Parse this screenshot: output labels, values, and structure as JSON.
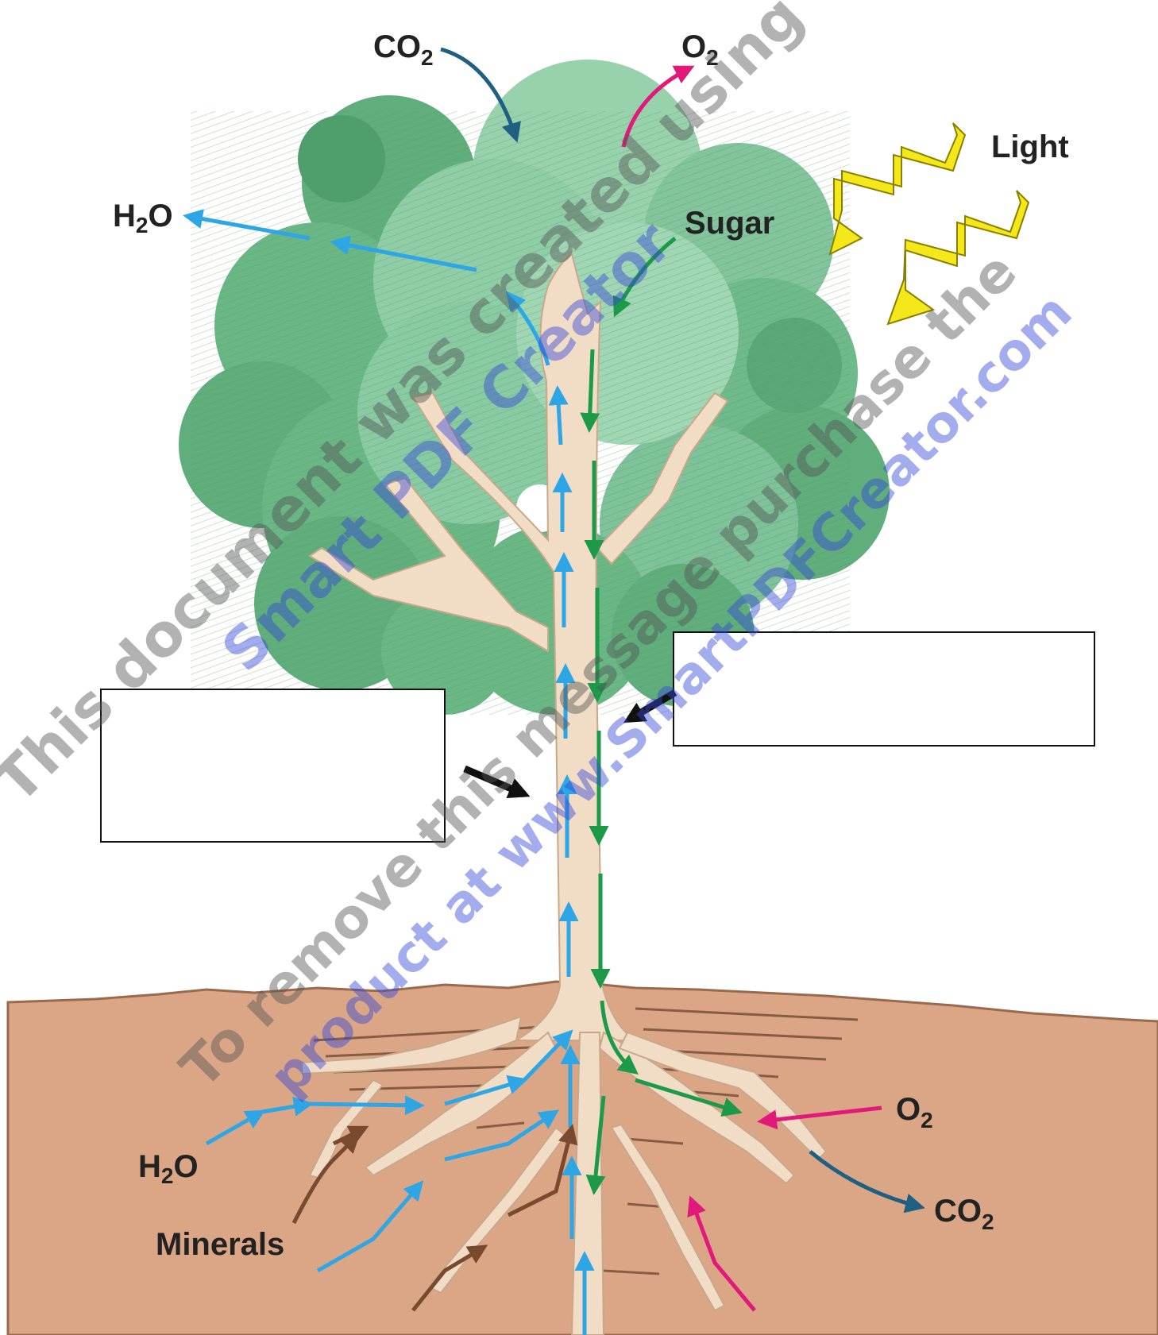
{
  "labels": {
    "co2_top": "CO",
    "co2_top_sub": "2",
    "o2_top": "O",
    "o2_top_sub": "2",
    "light": "Light",
    "h2o_left": "H",
    "h2o_left_sub": "2",
    "h2o_left_tail": "O",
    "sugar": "Sugar",
    "o2_root": "O",
    "o2_root_sub": "2",
    "co2_root": "CO",
    "co2_root_sub": "2",
    "h2o_root": "H",
    "h2o_root_sub": "2",
    "h2o_root_tail": "O",
    "minerals": "Minerals"
  },
  "blank_boxes": {
    "left": "",
    "right": ""
  },
  "watermark": {
    "line1": "This document was created using",
    "line2": "Smart PDF Creator",
    "line3": "To remove this message purchase the",
    "line4": "product at www.SmartPDFCreator.com"
  },
  "colors": {
    "water_flow": "#2ea6e6",
    "sugar_flow": "#1c9a4a",
    "mineral_flow": "#7a4a2e",
    "oxygen": "#e0197a",
    "co2": "#1f5f82",
    "light": "#f5e81a",
    "soil": "#dba686",
    "trunk": "#f1dcc6",
    "canopy": "#7fc39a",
    "watermark_gray": "#555555",
    "watermark_blue": "#3348d6"
  }
}
